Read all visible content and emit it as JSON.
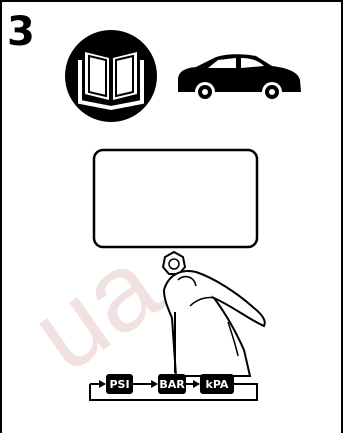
{
  "step": {
    "number": "3"
  },
  "buttons": [
    {
      "label": "PSI"
    },
    {
      "label": "BAR"
    },
    {
      "label": "kPA"
    }
  ],
  "watermark": {
    "text": "ua"
  },
  "icons": [
    "manual-book-icon",
    "car-icon",
    "finger-press-icon",
    "arrow-right-icon",
    "loop-arrow-icon"
  ]
}
